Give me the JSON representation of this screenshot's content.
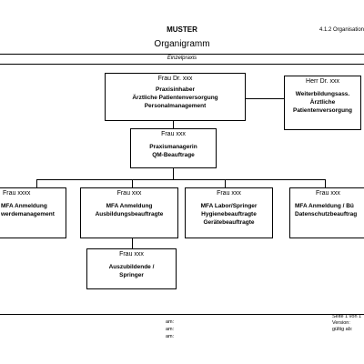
{
  "header": {
    "title": "MUSTER",
    "subtitle": "Organigramm",
    "ref": "4.1.2 Organisation",
    "practice": "Einzelpraxis"
  },
  "boxes": {
    "owner": {
      "name": "Frau Dr. xxx",
      "role": "Praxisinhaber\nÄrztliche Patientenversorgung\nPersonalmanagement"
    },
    "assistant": {
      "name": "Herr Dr. xxx",
      "role": "Weiterbildungsass.\nÄrztliche\nPatientenversorgung"
    },
    "manager": {
      "name": "Frau xxx",
      "role": "Praxismanagerin\nQM-Beauftrage"
    },
    "staff1": {
      "name": "Frau xxxx",
      "role": "MFA Anmeldung\nwerdemanagement"
    },
    "staff2": {
      "name": "Frau xxx",
      "role": "MFA Anmeldung\nAusbildungsbeauftragte"
    },
    "staff3": {
      "name": "Frau xxx",
      "role": "MFA Labor/Springer\nHygienebeauftragte\nGerätebeauftragte"
    },
    "staff4": {
      "name": "Frau xxx",
      "role": "MFA Anmeldung / Bü\nDatenschutzbeauftrag"
    },
    "trainee": {
      "name": "Frau xxx",
      "role": "Auszubildende /\nSpringer"
    }
  },
  "footer": {
    "am1": "am:",
    "am2": "am:",
    "am3": "am:",
    "page": "Seite 1 von 1",
    "version": "Version:",
    "valid": "gültig ab:"
  }
}
